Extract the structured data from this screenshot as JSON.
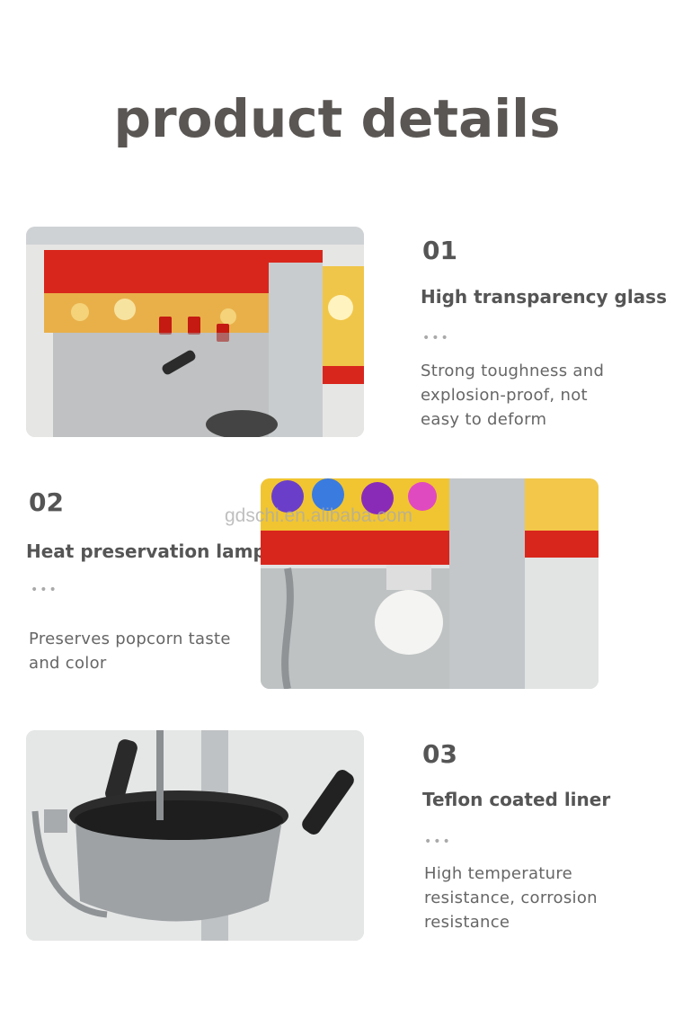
{
  "page": {
    "title": "product details"
  },
  "watermark": "gdschi.en.alibaba.com",
  "features": [
    {
      "number": "01",
      "title": "High transparency glass",
      "dots": "•••",
      "desc": [
        "Strong toughness and",
        "explosion-proof, not",
        "easy to deform"
      ]
    },
    {
      "number": "02",
      "title": "Heat preservation lamp",
      "dots": "•••",
      "desc": [
        "Preserves popcorn taste",
        "and color"
      ]
    },
    {
      "number": "03",
      "title": "Teflon coated liner",
      "dots": "•••",
      "desc": [
        "High temperature",
        "resistance, corrosion",
        "resistance"
      ]
    }
  ],
  "colors": {
    "title": "#5a5654",
    "cabinet_red": "#d9261c",
    "steel": "#b9bcc0"
  }
}
